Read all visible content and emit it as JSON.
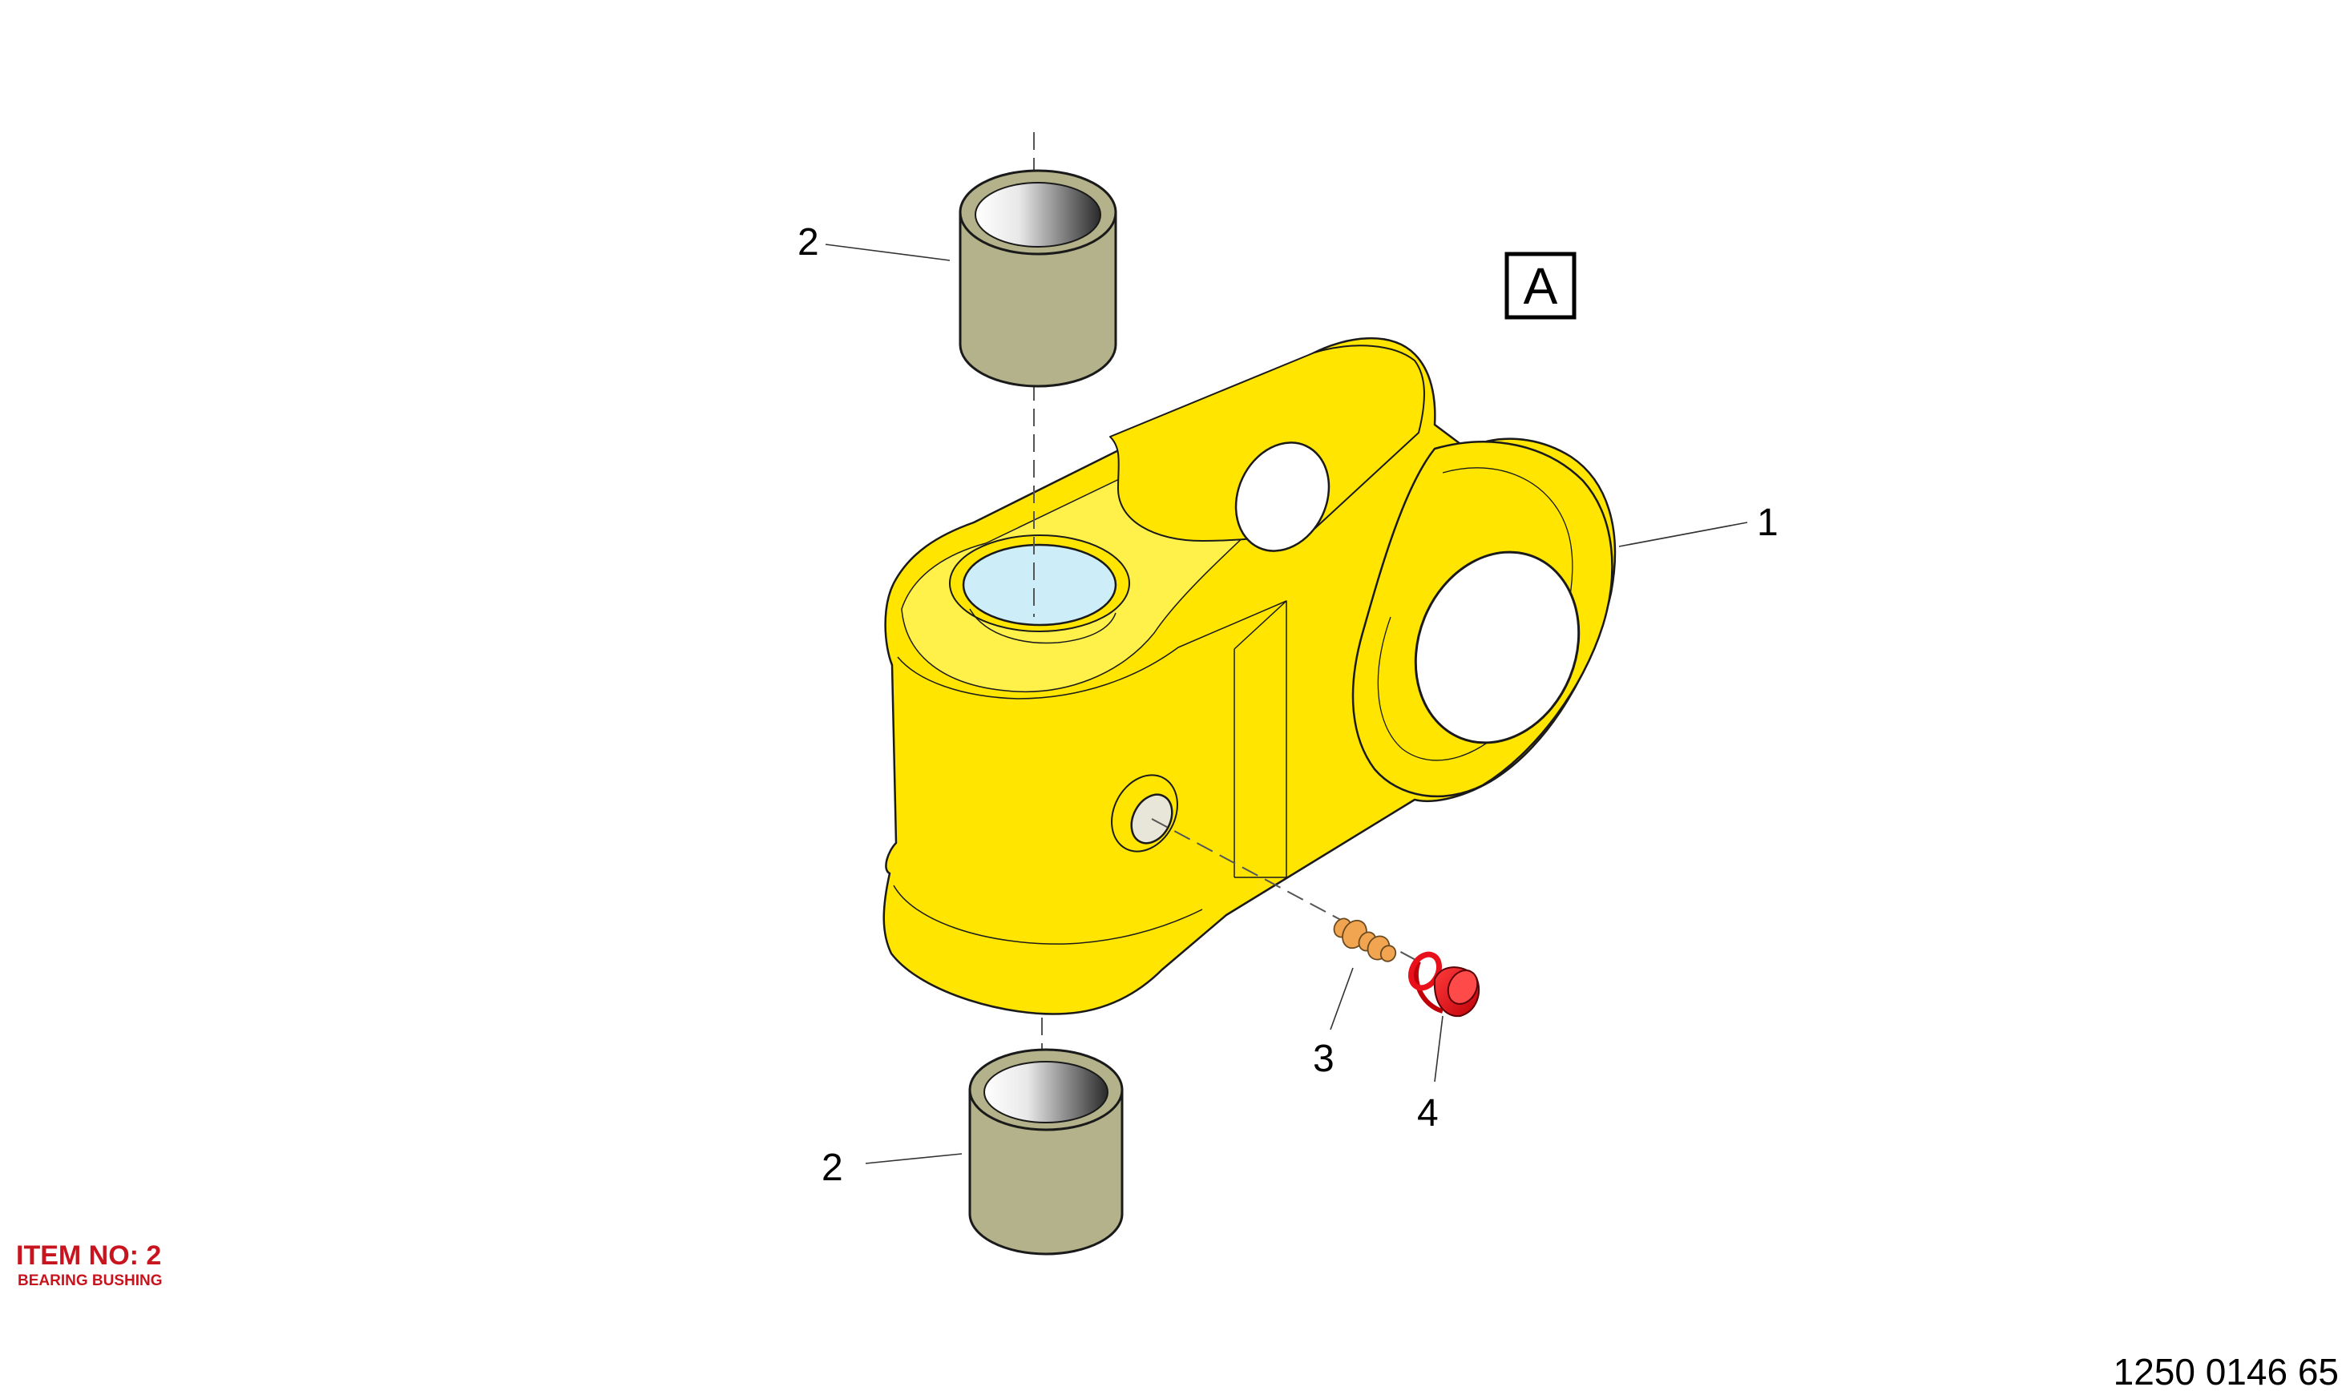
{
  "view_label": "A",
  "callouts": [
    {
      "id": "housing",
      "label": "1"
    },
    {
      "id": "upper-bushing",
      "label": "2"
    },
    {
      "id": "lower-bushing",
      "label": "2"
    },
    {
      "id": "grease-fitting",
      "label": "3"
    },
    {
      "id": "cap",
      "label": "4"
    }
  ],
  "item_note": {
    "item_no": "ITEM NO: 2",
    "description": "BEARING BUSHING"
  },
  "reference_number": "1250 0146 65",
  "colors": {
    "housing": "#ffe500",
    "bushing": "#b3b28a",
    "bore": "#cdeef8",
    "fitting": "#f2a550",
    "cap": "#e8101a",
    "item_note": "#c8141e"
  }
}
